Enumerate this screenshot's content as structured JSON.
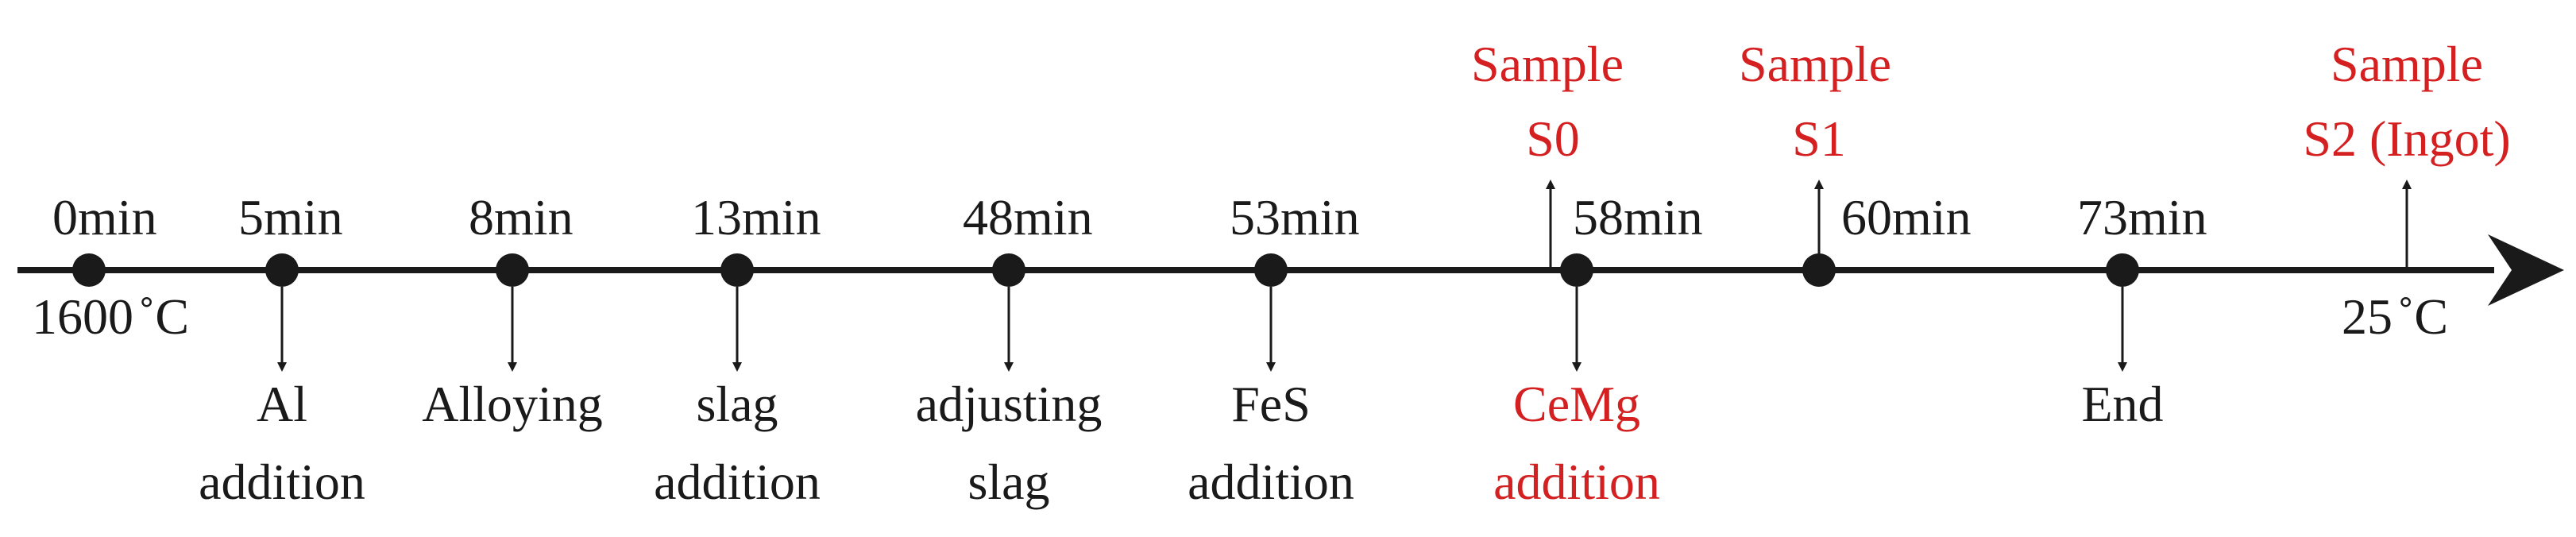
{
  "colors": {
    "black": "#1a1a1a",
    "red": "#d42020"
  },
  "timeline": {
    "markers": [
      {
        "time": "0min",
        "below": [
          "Al",
          "addition"
        ],
        "below_color": "black"
      },
      {
        "time": "5min",
        "below": [
          "Alloying"
        ],
        "below_color": "black"
      },
      {
        "time": "8min",
        "below": [
          "slag",
          "addition"
        ],
        "below_color": "black"
      },
      {
        "time": "13min",
        "below": [
          "adjusting",
          "slag"
        ],
        "below_color": "black"
      },
      {
        "time": "48min",
        "below": [
          "FeS",
          "addition"
        ],
        "below_color": "black"
      },
      {
        "time": "53min",
        "below": [
          "CeMg",
          "addition"
        ],
        "below_color": "red"
      },
      {
        "time": "58min",
        "below": [],
        "below_color": "black"
      },
      {
        "time": "60min",
        "below": [
          "End"
        ],
        "below_color": "black"
      },
      {
        "time": "73min",
        "below": [],
        "below_color": "black"
      }
    ],
    "samples": [
      {
        "lines": [
          "Sample",
          "S0"
        ]
      },
      {
        "lines": [
          "Sample",
          "S1"
        ]
      },
      {
        "lines": [
          "Sample",
          "S2 (Ingot)"
        ]
      }
    ],
    "start_temp": "1600",
    "end_temp": "25",
    "degree_unit": "˚C"
  }
}
